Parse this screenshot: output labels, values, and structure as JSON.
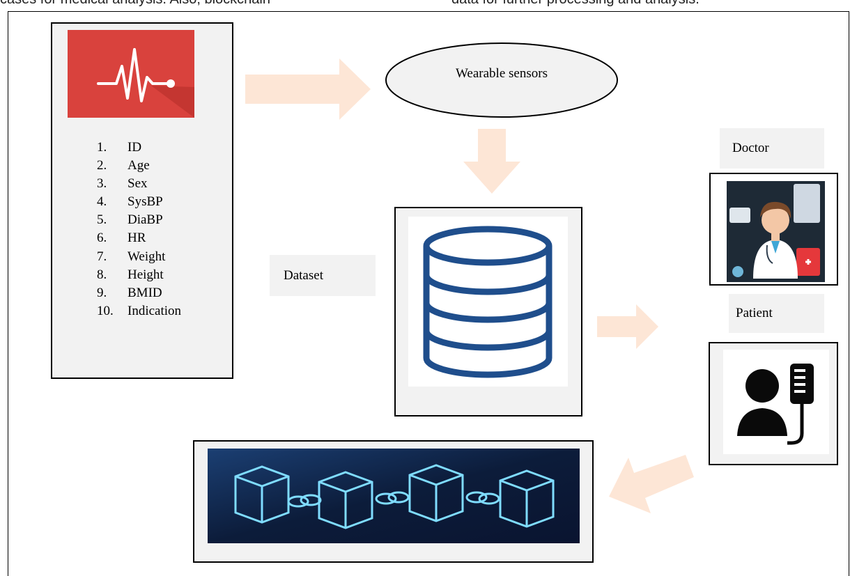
{
  "header_fragment": {
    "left": "cases for medical analysis. Also, blockchain",
    "right": "data for further processing and analysis."
  },
  "record_box": {
    "icon": "heartbeat-icon",
    "fields": [
      {
        "num": "1.",
        "label": "ID"
      },
      {
        "num": "2.",
        "label": "Age"
      },
      {
        "num": "3.",
        "label": "Sex"
      },
      {
        "num": "4.",
        "label": "SysBP"
      },
      {
        "num": "5.",
        "label": "DiaBP"
      },
      {
        "num": "6.",
        "label": "HR"
      },
      {
        "num": "7.",
        "label": "Weight"
      },
      {
        "num": "8.",
        "label": "Height"
      },
      {
        "num": "9.",
        "label": "BMID"
      },
      {
        "num": "10.",
        "label": "Indication"
      }
    ]
  },
  "sensors_label": "Wearable sensors",
  "dataset_label": "Dataset",
  "database_icon": "database-icon",
  "doctor_label": "Doctor",
  "doctor_icon": "doctor-icon",
  "patient_label": "Patient",
  "patient_icon": "patient-iv-icon",
  "blockchain_icon": "blockchain-icon",
  "colors": {
    "arrow": "#fde6d6",
    "box_fill": "#f2f2f2",
    "heart_tile": "#d9423d",
    "database_stroke": "#1f4e8c",
    "blockchain_bg": "#0c1c3a",
    "blockchain_cube": "#7fdcff"
  }
}
